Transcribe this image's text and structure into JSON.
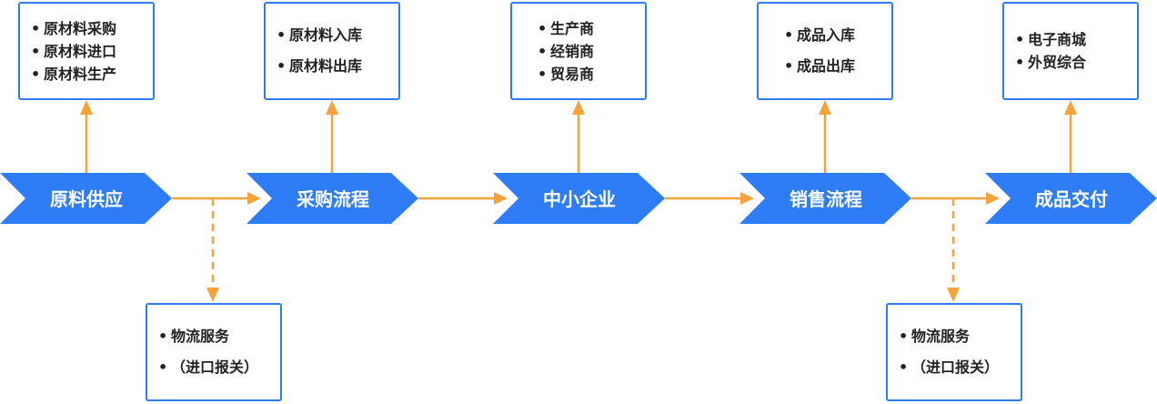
{
  "colors": {
    "stage_fill": "#2e7cf6",
    "box_border": "#2e7cf6",
    "arrow": "#f7a23b",
    "text": "#222222"
  },
  "stages": [
    {
      "label": "原料供应"
    },
    {
      "label": "采购流程"
    },
    {
      "label": "中小企业"
    },
    {
      "label": "销售流程"
    },
    {
      "label": "成品交付"
    }
  ],
  "top_boxes": [
    {
      "items": [
        "原材料采购",
        "原材料进口",
        "原材料生产"
      ]
    },
    {
      "items": [
        "原材料入库",
        "原材料出库"
      ]
    },
    {
      "items": [
        "生产商",
        "经销商",
        "贸易商"
      ]
    },
    {
      "items": [
        "成品入库",
        "成品出库"
      ]
    },
    {
      "items": [
        "电子商城",
        "外贸综合"
      ]
    }
  ],
  "bottom_boxes": [
    {
      "items": [
        "物流服务",
        "（进口报关）"
      ]
    },
    {
      "items": [
        "物流服务",
        "（进口报关）"
      ]
    }
  ]
}
